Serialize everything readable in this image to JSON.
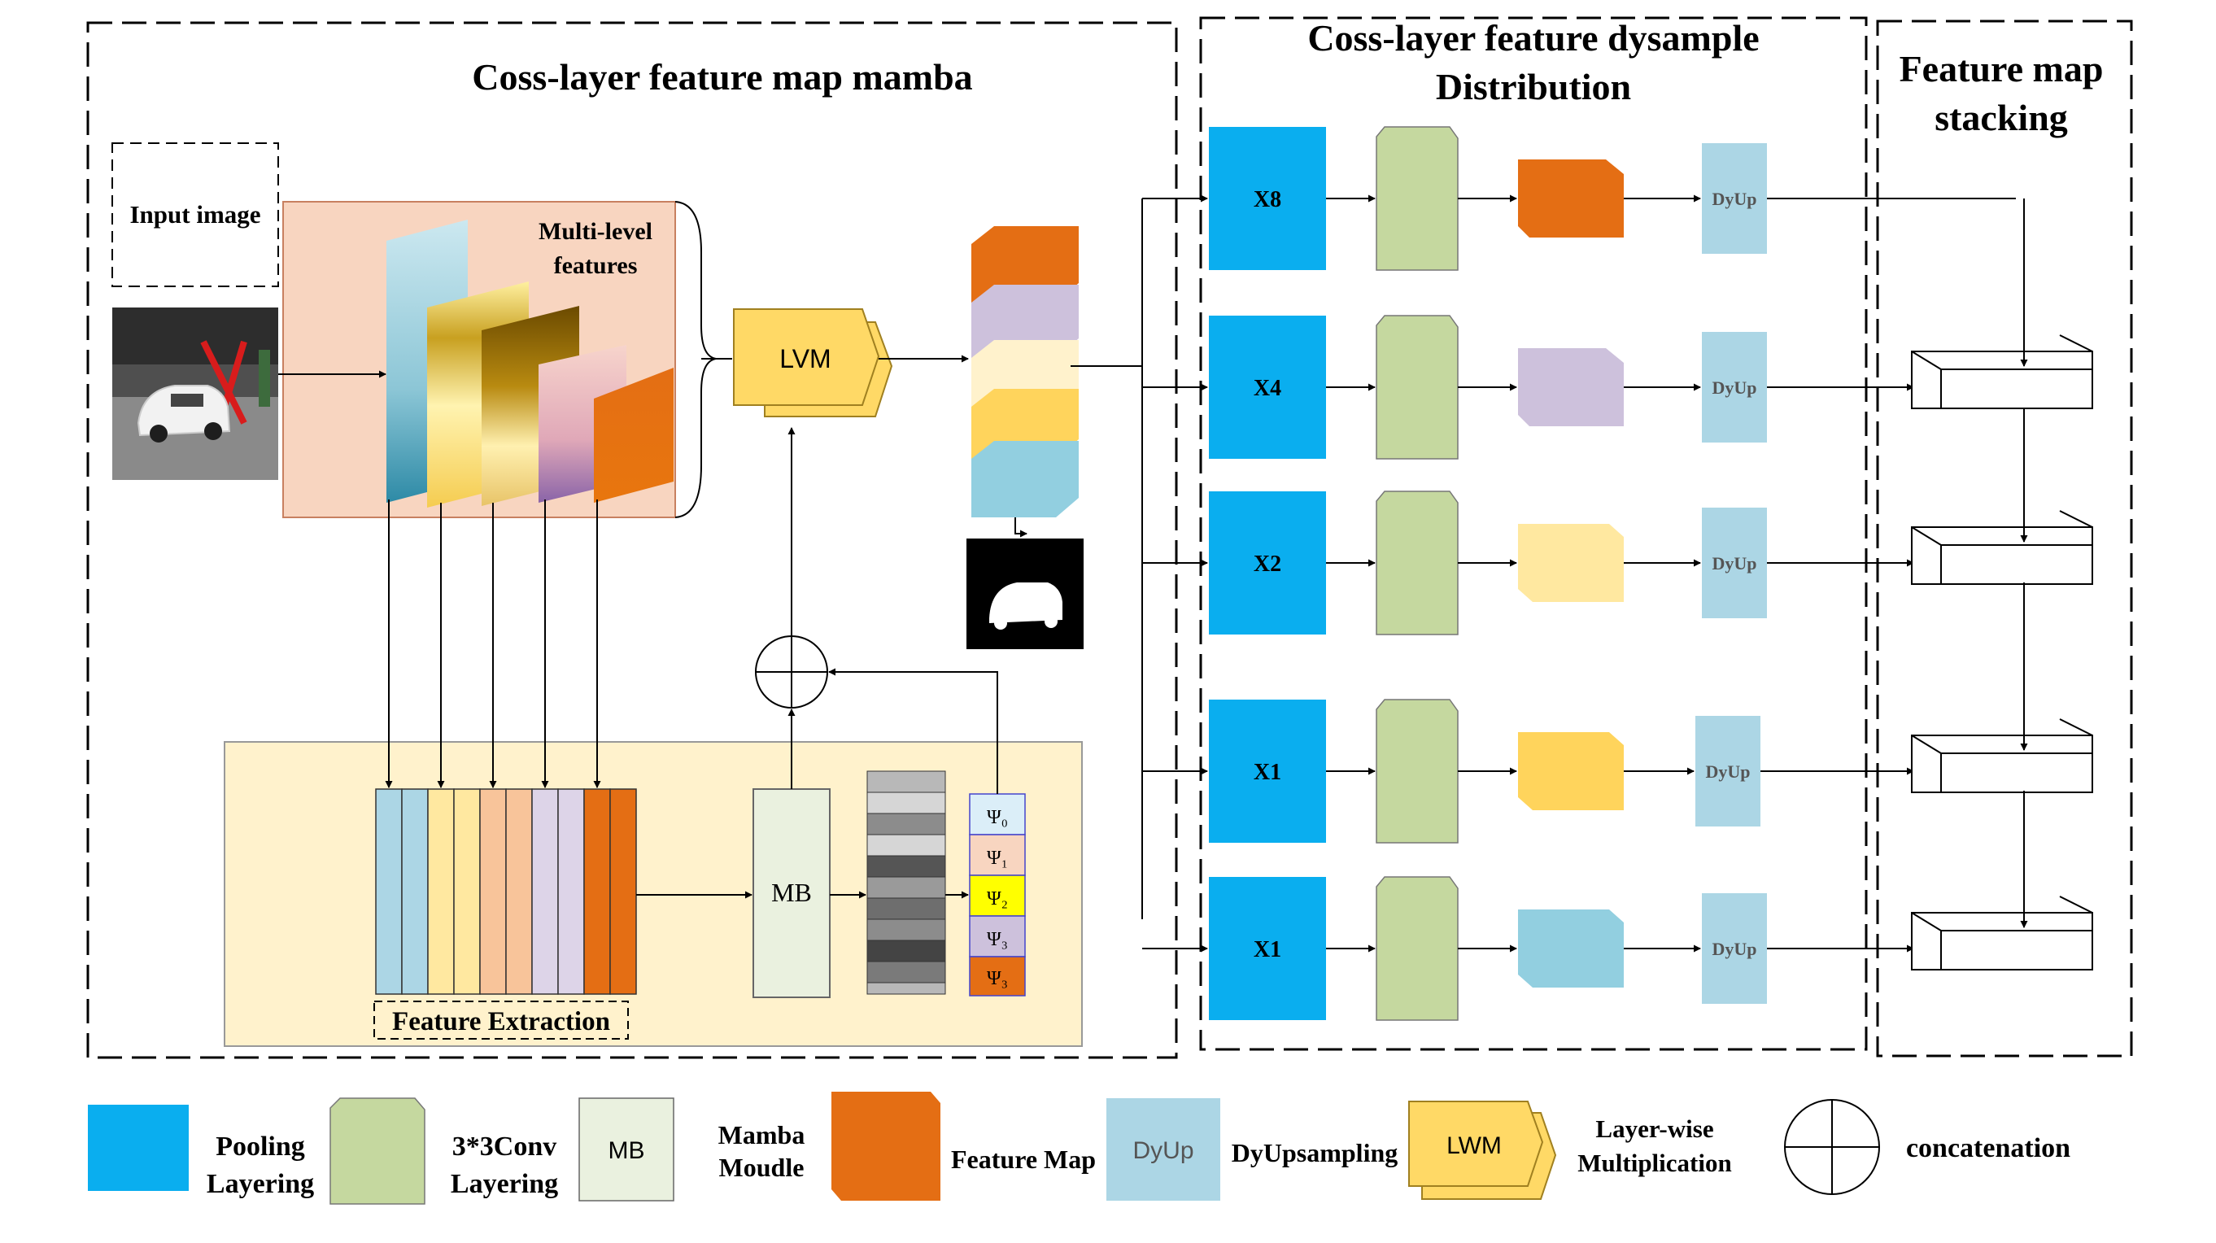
{
  "panels": {
    "left_title": "Coss-layer feature map mamba",
    "middle_title_line1": "Coss-layer feature dysample",
    "middle_title_line2": "Distribution",
    "right_title_line1": "Feature map",
    "right_title_line2": "stacking"
  },
  "left": {
    "input_image_label": "Input image",
    "multilevel_line1": "Multi-level",
    "multilevel_line2": "features",
    "lvm_label": "LVM",
    "mb_label": "MB",
    "feature_extraction_label": "Feature Extraction",
    "psi_labels": [
      "Ψ₀",
      "Ψ₁",
      "Ψ₂",
      "Ψ₃",
      "Ψ₃"
    ]
  },
  "middle": {
    "rows": [
      {
        "pool_label": "X8",
        "dyup_label": "DyUp"
      },
      {
        "pool_label": "X4",
        "dyup_label": "DyUp"
      },
      {
        "pool_label": "X2",
        "dyup_label": "DyUp"
      },
      {
        "pool_label": "X1",
        "dyup_label": "DyUp"
      },
      {
        "pool_label": "X1",
        "dyup_label": "DyUp"
      }
    ]
  },
  "legend": {
    "pooling_line1": "Pooling",
    "pooling_line2": "Layering",
    "conv_line1": "3*3Conv",
    "conv_line2": "Layering",
    "mb_box": "MB",
    "mamba_line1": "Mamba",
    "mamba_line2": "Moudle",
    "feature_map": "Feature Map",
    "dyup_box": "DyUp",
    "dyup_text": "DyUpsampling",
    "lwm_box": "LWM",
    "lwm_line1": "Layer-wise",
    "lwm_line2": "Multiplication",
    "concat_text": "concatenation"
  },
  "colors": {
    "pool_blue": "#0aaeef",
    "conv_green": "#c5d89f",
    "mb_fill": "#eaf1df",
    "feature_orange": "#e46e14",
    "dyup_blue": "#acd6e5",
    "lvm_yellow": "#ffd966",
    "extraction_bg": "#fff2cc",
    "multilevel_bg": "#f8d5c0",
    "fmap_lavender": "#cdc1dc",
    "fmap_cream": "#ffe8a0",
    "fmap_yellow": "#ffd45c",
    "fmap_teal": "#92cfe0",
    "psi_yellow": "#ffff00"
  }
}
